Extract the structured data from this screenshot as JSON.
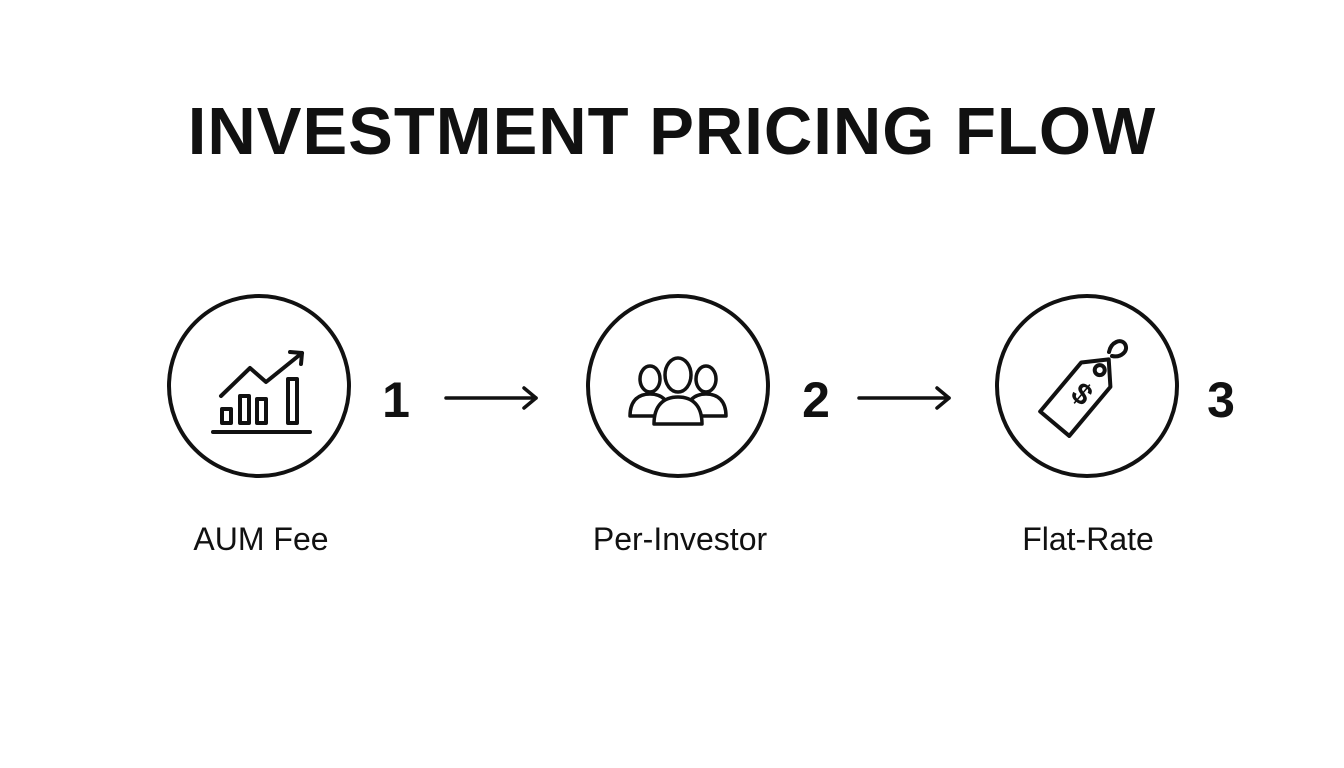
{
  "title": "INVESTMENT PRICING FLOW",
  "steps": [
    {
      "number": "1",
      "label": "AUM Fee",
      "icon": "growth-chart-icon"
    },
    {
      "number": "2",
      "label": "Per-Investor",
      "icon": "people-group-icon"
    },
    {
      "number": "3",
      "label": "Flat-Rate",
      "icon": "price-tag-icon"
    }
  ],
  "colors": {
    "stroke": "#111111",
    "background": "#ffffff"
  }
}
